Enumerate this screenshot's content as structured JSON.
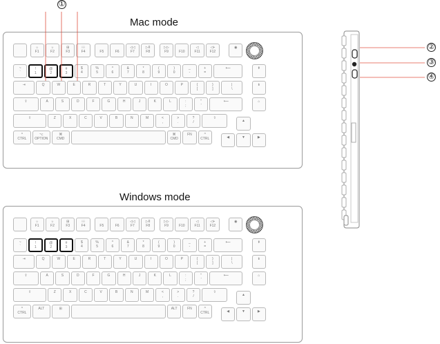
{
  "mac": {
    "title": "Mac mode",
    "row0": [
      "",
      "☼\nF1",
      "☼\nF2",
      "⊞\nF3",
      "⁝⁝⁝\nF4",
      "\nF5",
      "\nF6",
      "◁◁\nF7",
      "▷II\nF8",
      "▷▷\nF9",
      "\nF10",
      "◁\nF11",
      "◁+\nF12",
      "◉"
    ],
    "row1": [
      "~\n`",
      "!\n1",
      "@\n2",
      "#\n3",
      "$\n4",
      "%\n5",
      "^\n6",
      "&\n7",
      "*\n8",
      "(\n9",
      ")\n0",
      "_\n-",
      "+\n=",
      "⟵",
      "⇞"
    ],
    "row2": [
      "⇥",
      "Q",
      "W",
      "E",
      "R",
      "T",
      "Y",
      "U",
      "I",
      "O",
      "P",
      "{\n[",
      "}\n]",
      "|\n\\",
      "⇟"
    ],
    "row3": [
      "⇪",
      "A",
      "S",
      "D",
      "F",
      "G",
      "H",
      "J",
      "K",
      "L",
      ":\n;",
      "\"\n'",
      "⟵",
      "⌂"
    ],
    "row4": [
      "⇧",
      "Z",
      "X",
      "C",
      "V",
      "B",
      "N",
      "M",
      "<\n,",
      ">\n.",
      "?\n/",
      "⇧",
      "▲"
    ],
    "row5": [
      "^\nCTRL",
      "⌥\nOPTION",
      "⌘\nCMD",
      "⌘\nCMD",
      "FN",
      "^\nCTRL",
      "◀",
      "▼",
      "▶"
    ]
  },
  "win": {
    "title": "Windows mode",
    "row0": [
      "",
      "☼\nF1",
      "☼\nF2",
      "⊞\nF3",
      "⁝⁝⁝\nF4",
      "\nF5",
      "\nF6",
      "◁◁\nF7",
      "▷II\nF8",
      "▷▷\nF9",
      "\nF10",
      "◁\nF11",
      "◁+\nF12",
      "◉"
    ],
    "row1": [
      "~\n`",
      "!\n1",
      "@\n2",
      "#\n3",
      "$\n4",
      "%\n5",
      "^\n6",
      "&\n7",
      "*\n8",
      "(\n9",
      ")\n0",
      "_\n-",
      "+\n=",
      "⟵",
      "⇞"
    ],
    "row2": [
      "⇥",
      "Q",
      "W",
      "E",
      "R",
      "T",
      "Y",
      "U",
      "I",
      "O",
      "P",
      "{\n[",
      "}\n]",
      "|\n\\",
      "⇟"
    ],
    "row3": [
      "⇪",
      "A",
      "S",
      "D",
      "F",
      "G",
      "H",
      "J",
      "K",
      "L",
      ":\n;",
      "\"\n'",
      "⟵",
      "⌂"
    ],
    "row4": [
      "⇧",
      "Z",
      "X",
      "C",
      "V",
      "B",
      "N",
      "M",
      "<\n,",
      ">\n.",
      "?\n/",
      "⇧",
      "▲"
    ],
    "row5": [
      "^\nCTRL",
      "ALT",
      "⊞",
      "ALT",
      "FN",
      "^\nCTRL",
      "◀",
      "▼",
      "▶"
    ]
  },
  "callouts": {
    "c1": "①",
    "c2": "②",
    "c3": "③",
    "c4": "④"
  },
  "accent": "#e05040"
}
